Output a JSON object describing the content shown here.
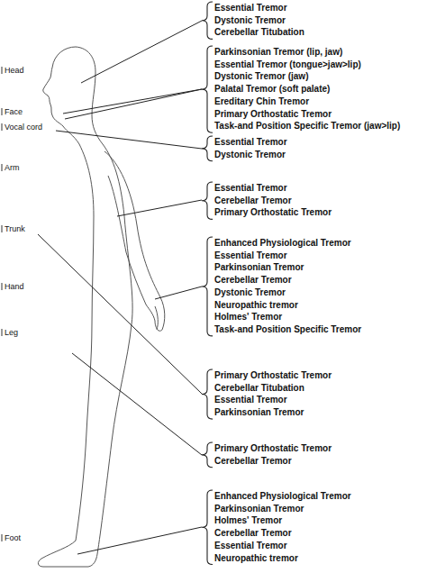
{
  "diagram": {
    "labels": [
      "Head",
      "Face",
      "Vocal cord",
      "Arm",
      "Trunk",
      "Hand",
      "Leg",
      "Foot",
      "Essential Tremor",
      "Dystonic Tremor",
      "Cerebellar Titubation",
      "Parkinsonian Tremor (lip, jaw)",
      "Essential Tremor (tongue>jaw>lip)",
      "Dystonic Tremor (jaw)",
      "Palatal Tremor (soft palate)",
      "Ereditary Chin Tremor",
      "Primary Orthostatic Tremor",
      "Task-and Position Specific Tremor (jaw>lip)",
      "Essential Tremor",
      "Dystonic Tremor",
      "Essential Tremor",
      "Cerebellar Tremor",
      "Primary Orthostatic Tremor",
      "Enhanced Physiological Tremor",
      "Essential Tremor",
      "Parkinsonian Tremor",
      "Cerebellar Tremor",
      "Dystonic Tremor",
      "Neuropathic tremor",
      "Holmes' Tremor",
      "Task-and Position Specific Tremor",
      "Primary Orthostatic Tremor",
      "Cerebellar Titubation",
      "Essential Tremor",
      "Parkinsonian Tremor",
      "Primary Orthostatic Tremor",
      "Cerebellar Tremor",
      "Enhanced Physiological Tremor",
      "Parkinsonian Tremor",
      "Holmes' Tremor",
      "Cerebellar Tremor",
      "Essential Tremor",
      "Neuropathic tremor"
    ]
  }
}
